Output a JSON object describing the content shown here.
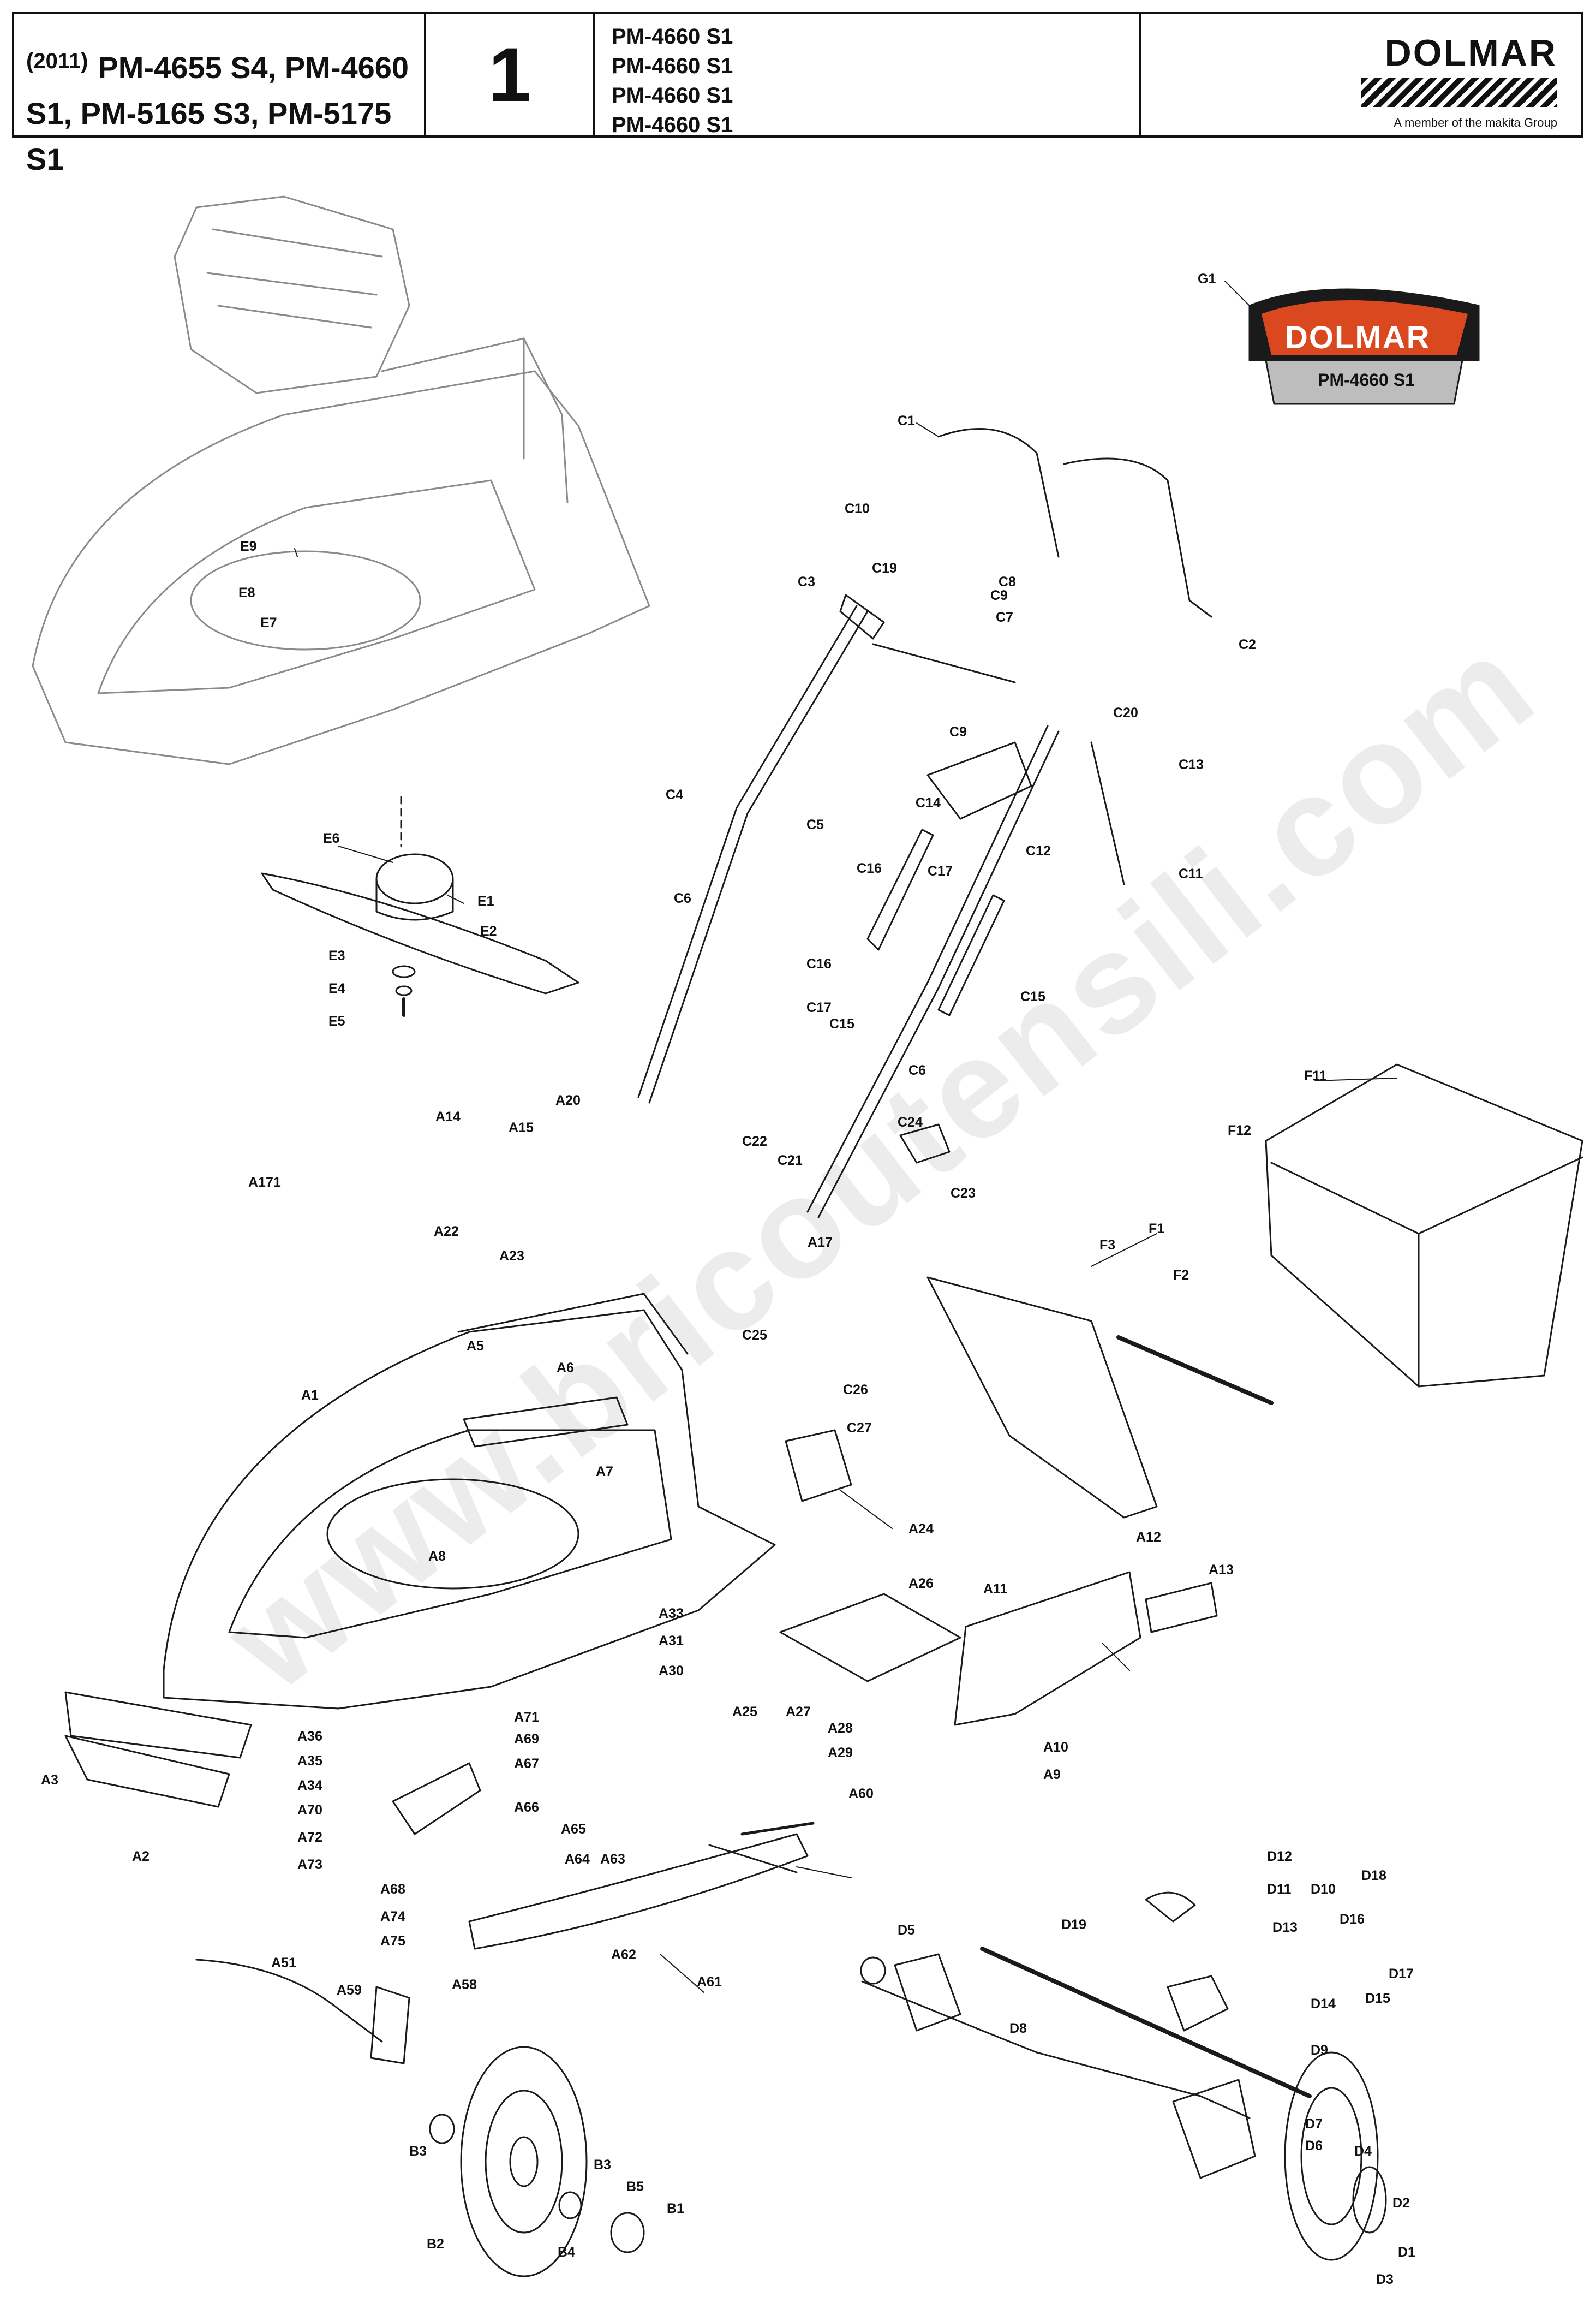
{
  "header": {
    "year": "(2011)",
    "models_line1": "PM-4655 S4, PM-4660",
    "models_line2": "S1, PM-5165 S3, PM-5175 S1",
    "page_number": "1",
    "variants": [
      "PM-4660 S1",
      "PM-4660 S1",
      "PM-4660 S1",
      "PM-4660 S1"
    ],
    "brand": "DOLMAR",
    "brand_tagline": "A member of the makita Group"
  },
  "badge": {
    "brand": "DOLMAR",
    "model": "PM-4660 S1"
  },
  "watermark": "www.bricoutensili.com",
  "colors": {
    "badge_red": "#d9481f",
    "badge_black": "#1a1a1a",
    "badge_grey": "#bdbdbd",
    "line": "#1a1a1a"
  },
  "part_labels": [
    "G1",
    "C1",
    "C10",
    "C19",
    "C8",
    "C9",
    "C7",
    "C3",
    "C2",
    "C20",
    "C9",
    "C14",
    "C13",
    "C4",
    "C5",
    "C16",
    "C17",
    "C12",
    "C11",
    "C6",
    "C16",
    "C17",
    "C15",
    "C15",
    "C6",
    "C22",
    "C21",
    "C24",
    "C23",
    "E9",
    "E8",
    "E7",
    "E6",
    "E1",
    "E2",
    "E3",
    "E4",
    "E5",
    "F11",
    "F12",
    "F3",
    "F1",
    "F2",
    "A14",
    "A15",
    "A20",
    "A22",
    "A171",
    "A23",
    "A17",
    "C25",
    "C26",
    "C27",
    "A5",
    "A6",
    "A1",
    "A7",
    "A8",
    "A24",
    "A12",
    "A13",
    "A11",
    "A26",
    "A33",
    "A31",
    "A30",
    "A25",
    "A27",
    "A28",
    "A29",
    "A10",
    "A9",
    "A3",
    "A36",
    "A35",
    "A34",
    "A70",
    "A72",
    "A73",
    "A71",
    "A69",
    "A67",
    "A66",
    "A68",
    "A74",
    "A75",
    "A65",
    "A64",
    "A63",
    "A2",
    "A60",
    "A62",
    "A61",
    "A58",
    "A51",
    "A59",
    "B3",
    "B2",
    "B3",
    "B5",
    "B1",
    "B4",
    "D12",
    "D11",
    "D10",
    "D18",
    "D19",
    "D13",
    "D16",
    "D5",
    "D14",
    "D15",
    "D17",
    "D8",
    "D9",
    "D7",
    "D6",
    "D4",
    "D2",
    "D1",
    "D3"
  ]
}
